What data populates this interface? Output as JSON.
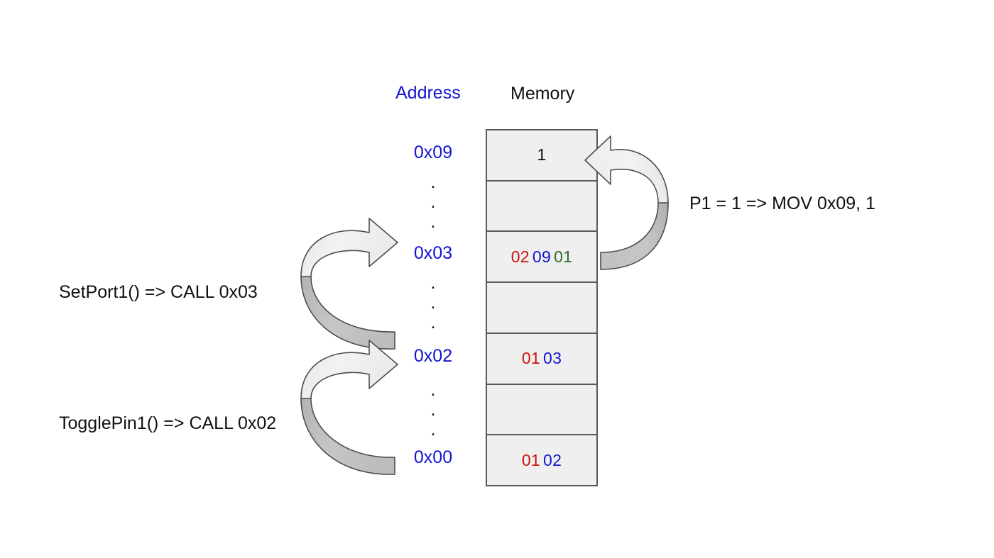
{
  "diagram": {
    "title_columns": {
      "address_label": "Address",
      "memory_label": "Memory"
    },
    "colors": {
      "address_blue": "#1414d2",
      "opcode_red": "#cc1111",
      "operand_blue": "#1414d2",
      "value_green": "#2f6b2f",
      "text_black": "#101010",
      "cell_fill": "#efefef",
      "cell_border": "#595959",
      "arrow_light": "#efefef",
      "arrow_dark": "#c0c0c0",
      "arrow_outline": "#4d4d4d"
    },
    "addresses": [
      {
        "name": "addr-09",
        "label": "0x09"
      },
      {
        "name": "addr-03",
        "label": "0x03"
      },
      {
        "name": "addr-02",
        "label": "0x02"
      },
      {
        "name": "addr-00",
        "label": "0x00"
      }
    ],
    "ellipsis_dot": ".",
    "memory_cells": [
      {
        "name": "memory-cell-0x09",
        "address": "0x09",
        "tokens": [
          {
            "text": "1",
            "color": "black"
          }
        ]
      },
      {
        "name": "memory-cell-gap-1",
        "address": "",
        "tokens": []
      },
      {
        "name": "memory-cell-0x03",
        "address": "0x03",
        "tokens": [
          {
            "text": "02",
            "color": "red"
          },
          {
            "text": "09",
            "color": "blue"
          },
          {
            "text": "01",
            "color": "green"
          }
        ]
      },
      {
        "name": "memory-cell-gap-2",
        "address": "",
        "tokens": []
      },
      {
        "name": "memory-cell-0x02",
        "address": "0x02",
        "tokens": [
          {
            "text": "01",
            "color": "red"
          },
          {
            "text": "03",
            "color": "blue"
          }
        ]
      },
      {
        "name": "memory-cell-gap-3",
        "address": "",
        "tokens": []
      },
      {
        "name": "memory-cell-0x00",
        "address": "0x00",
        "tokens": [
          {
            "text": "01",
            "color": "red"
          },
          {
            "text": "02",
            "color": "blue"
          }
        ]
      }
    ],
    "annotations": {
      "setport": "SetPort1() => CALL 0x03",
      "togglepin": "TogglePin1() => CALL 0x02",
      "mov": "P1 = 1 => MOV 0x09, 1"
    },
    "arrows": [
      {
        "name": "arrow-setport-to-0x03",
        "direction": "right",
        "from": "SetPort1() => CALL 0x03",
        "to": "0x03"
      },
      {
        "name": "arrow-togglepin-to-0x02",
        "direction": "right",
        "from": "TogglePin1() => CALL 0x02",
        "to": "0x02"
      },
      {
        "name": "arrow-mov-to-0x09",
        "direction": "left",
        "from": "P1 = 1 => MOV 0x09, 1",
        "to": "0x09"
      }
    ]
  }
}
